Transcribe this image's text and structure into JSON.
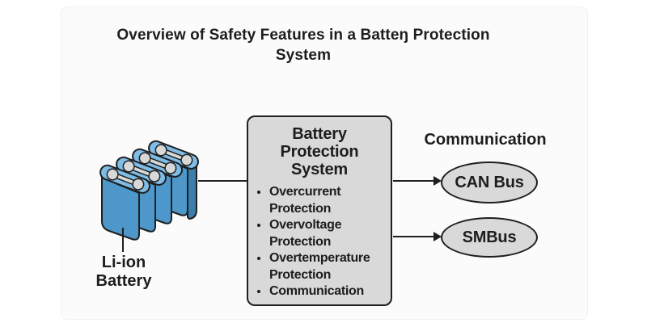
{
  "title": {
    "line1": "Overview of Safety Features in a Batteŋ Protection",
    "line2": "System"
  },
  "battery_label": {
    "line1": "Li-ion",
    "line2": "Battery"
  },
  "protection_box": {
    "title_line1": "Battery",
    "title_line2": "Protection",
    "title_line3": "System",
    "features": [
      "Overcurrent Protection",
      "Overvoltage Protection",
      "Overtemperature Protection",
      "Communication"
    ]
  },
  "communication": {
    "heading": "Communication",
    "buses": [
      {
        "label": "CAN Bus"
      },
      {
        "label": "SMBus"
      }
    ]
  },
  "colors": {
    "battery_blue": "#4d97cb",
    "battery_top_blue": "#7fbde6",
    "battery_end_dark": "#3a7eae",
    "terminal_gray": "#d8d8d8",
    "box_gray": "#d9d9d9",
    "outline": "#1f1f1f",
    "text": "#1d1d1d"
  }
}
